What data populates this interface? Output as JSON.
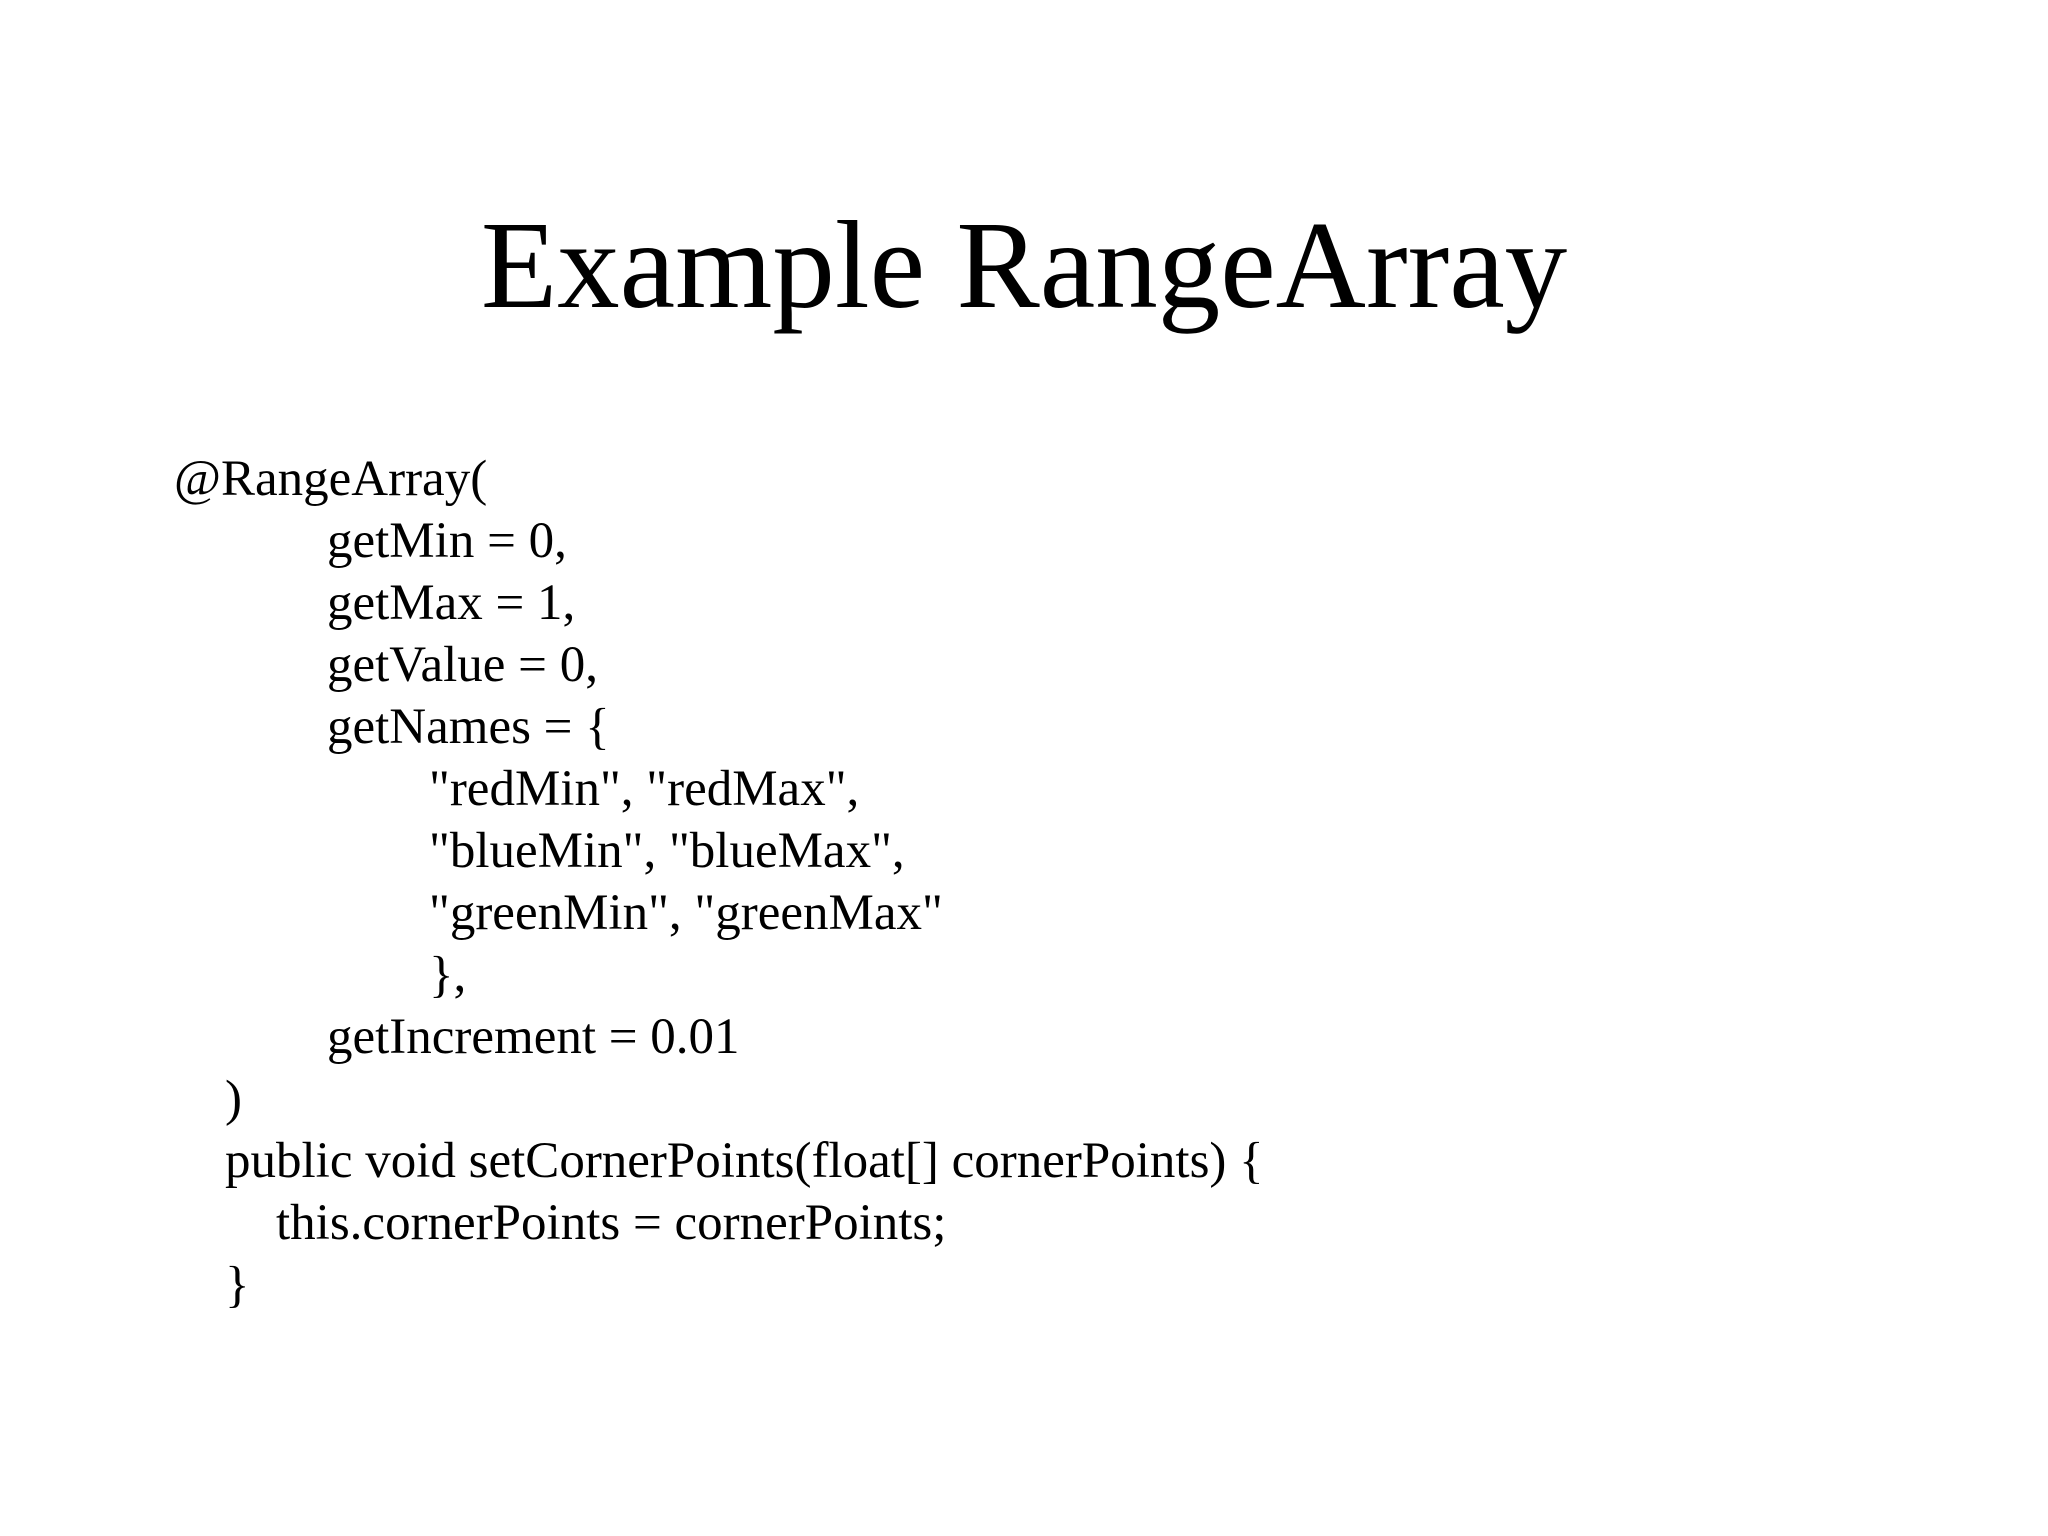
{
  "slide": {
    "title": "Example RangeArray",
    "code_lines": [
      "@RangeArray(",
      "            getMin = 0,",
      "            getMax = 1,",
      "            getValue = 0,",
      "            getNames = {",
      "                    \"redMin\", \"redMax\",",
      "                    \"blueMin\", \"blueMax\",",
      "                    \"greenMin\", \"greenMax\"",
      "                    },",
      "            getIncrement = 0.01",
      "    )",
      "    public void setCornerPoints(float[] cornerPoints) {",
      "        this.cornerPoints = cornerPoints;",
      "    }"
    ],
    "colors": {
      "background": "#ffffff",
      "text": "#000000"
    }
  }
}
